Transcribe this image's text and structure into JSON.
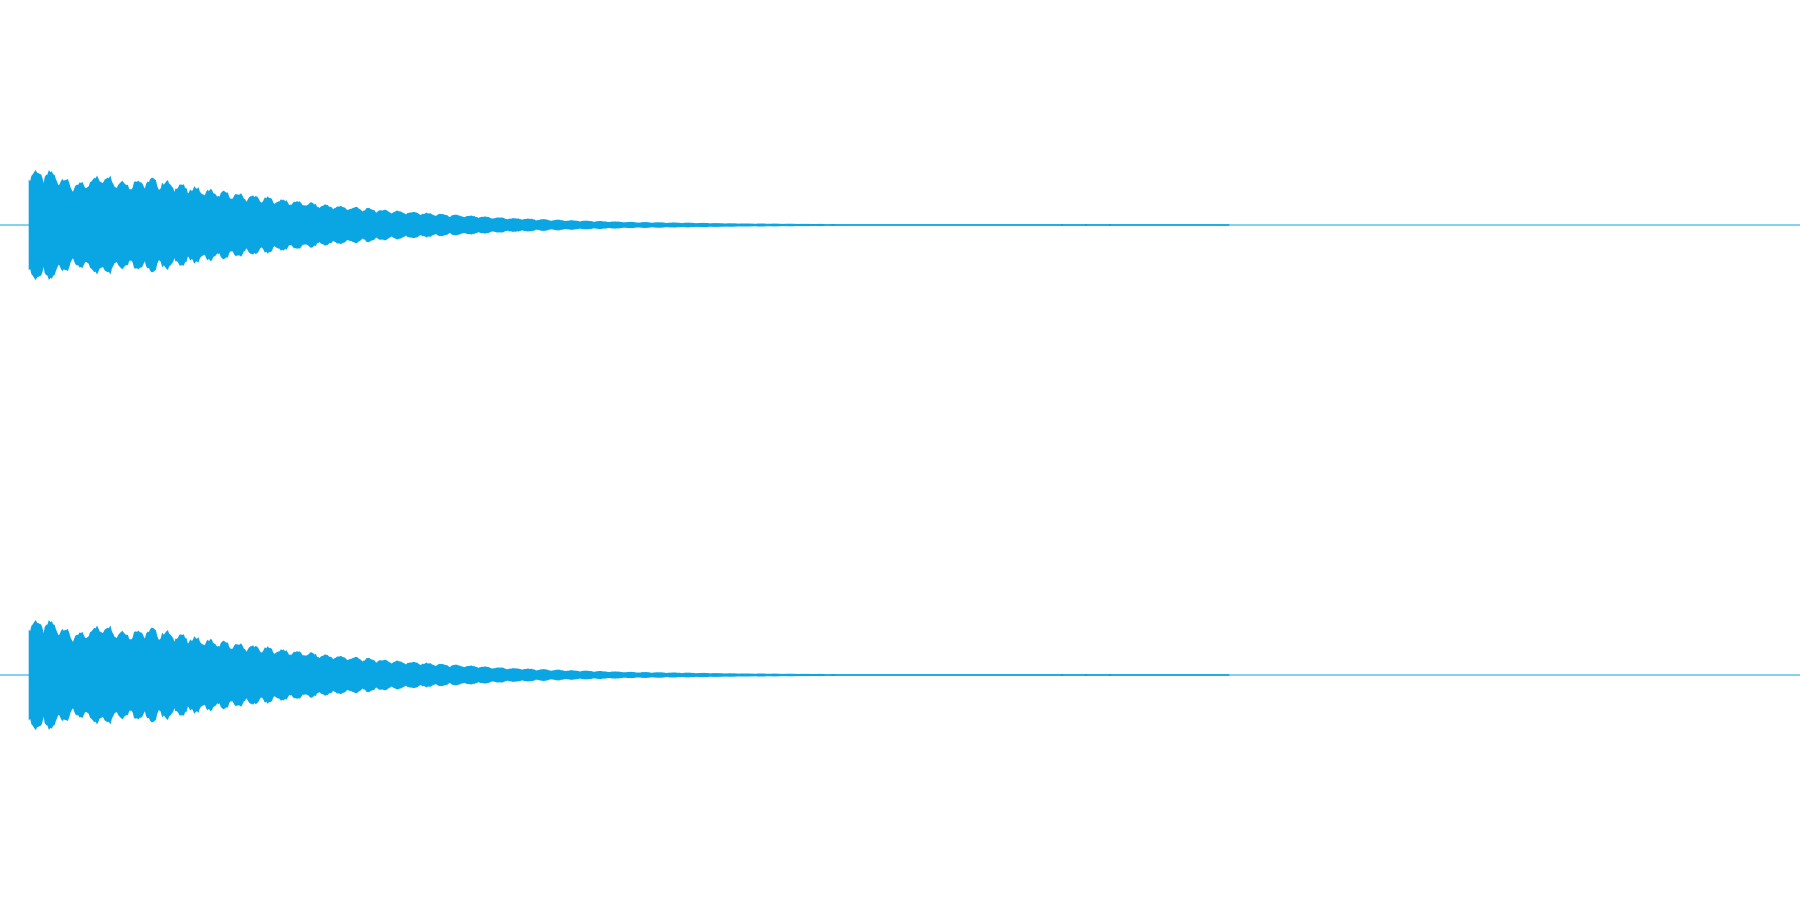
{
  "colors": {
    "background": "#ffffff",
    "waveform": "#0aa5e3"
  },
  "chart_data": {
    "type": "area",
    "title": "",
    "xlabel": "",
    "ylabel": "",
    "grid": false,
    "legend": "none",
    "x_range": [
      0,
      1
    ],
    "y_range": [
      -1,
      1
    ],
    "envelope_x": [
      0.0,
      0.02,
      0.04,
      0.06,
      0.08,
      0.1,
      0.12,
      0.15,
      0.2,
      0.25,
      0.3,
      0.35,
      0.4,
      0.45,
      0.5,
      0.55,
      0.6,
      0.65,
      0.68,
      1.0
    ],
    "channels": [
      {
        "name": "",
        "envelope": [
          0.97,
          0.94,
          0.71,
          0.91,
          0.77,
          0.83,
          0.75,
          0.62,
          0.48,
          0.35,
          0.26,
          0.18,
          0.12,
          0.08,
          0.05,
          0.035,
          0.022,
          0.015,
          0.01,
          0.0
        ]
      },
      {
        "name": "",
        "envelope": [
          0.97,
          0.94,
          0.71,
          0.91,
          0.77,
          0.83,
          0.75,
          0.62,
          0.48,
          0.35,
          0.26,
          0.18,
          0.12,
          0.08,
          0.05,
          0.035,
          0.022,
          0.015,
          0.01,
          0.0
        ]
      }
    ]
  }
}
